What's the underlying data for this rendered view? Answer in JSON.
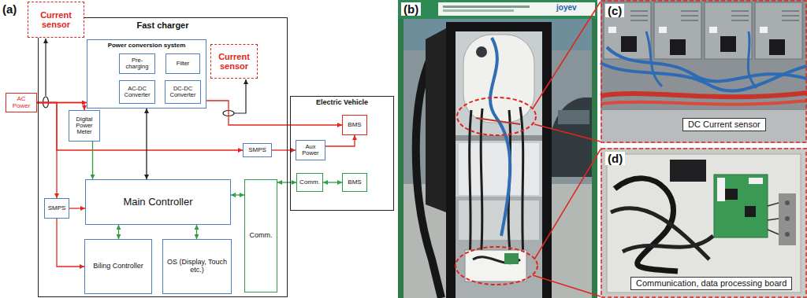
{
  "diagram": {
    "nodes": [
      {
        "text": [
          "Current sensor"
        ]
      },
      {
        "text": [
          "Fast charger"
        ]
      },
      {
        "text": [
          "AC Power"
        ]
      },
      {
        "text": [
          "Power conversion system"
        ],
        "in": 1
      },
      {
        "text": [
          "Pre-charging"
        ],
        "in": 3
      },
      {
        "text": [
          "Filter"
        ],
        "in": 3
      },
      {
        "text": [
          "AC-DC Converter"
        ],
        "in": 3
      },
      {
        "text": [
          "DC-DC Converter"
        ],
        "in": 3
      },
      {
        "text": [
          "Current sensor"
        ],
        "in": 1
      },
      {
        "text": [
          "Digital Power Meter"
        ],
        "in": 1
      },
      {
        "text": [
          "SMPS"
        ],
        "in": 1
      },
      {
        "text": [
          "Electric Vehicle"
        ]
      },
      {
        "text": [
          "BMS"
        ],
        "in": 11
      },
      {
        "text": [
          "Aux Power"
        ],
        "in": 11
      },
      {
        "text": [
          "Comm."
        ],
        "in": 11
      },
      {
        "text": [
          "BMS"
        ],
        "in": 11
      },
      {
        "text": [
          "SMPS"
        ],
        "in": 1
      },
      {
        "text": [
          "Main Controller"
        ],
        "in": 1
      },
      {
        "text": [
          "Comm."
        ],
        "in": 1
      },
      {
        "text": [
          "Biling Controller"
        ],
        "in": 1
      },
      {
        "text": [
          "OS (Display, Touch etc.)"
        ],
        "in": 1
      }
    ],
    "edges": [
      {
        "from": 2,
        "to": 3,
        "arrow": "to"
      },
      {
        "from": 2,
        "to": 9,
        "arrow": "to"
      },
      {
        "from": 2,
        "to": 16,
        "arrow": "to"
      },
      {
        "from": 2,
        "to": 10,
        "arrow": "to"
      },
      {
        "from": 3,
        "to": 12,
        "arrow": "to"
      },
      {
        "from": 10,
        "to": 13,
        "arrow": "to"
      },
      {
        "from": 13,
        "to": 12,
        "arrow": "to"
      },
      {
        "from": 16,
        "to": 17,
        "arrow": "to"
      },
      {
        "from": 16,
        "to": 19,
        "arrow": "to"
      },
      {
        "from": 9,
        "to": 17,
        "arrow": "to"
      },
      {
        "from": 3,
        "to": 17,
        "arrow": "both"
      },
      {
        "from": 17,
        "to": 19,
        "arrow": "both"
      },
      {
        "from": 17,
        "to": 20,
        "arrow": "both"
      },
      {
        "from": 17,
        "to": 18,
        "arrow": "both"
      },
      {
        "from": 18,
        "to": 14,
        "arrow": "both"
      },
      {
        "from": 14,
        "to": 15,
        "arrow": "both"
      }
    ],
    "labels": [
      "(a)",
      "joyev",
      "(b)",
      "(c)",
      "DC Current sensor",
      "(d)",
      "Communication, data processing board"
    ]
  }
}
